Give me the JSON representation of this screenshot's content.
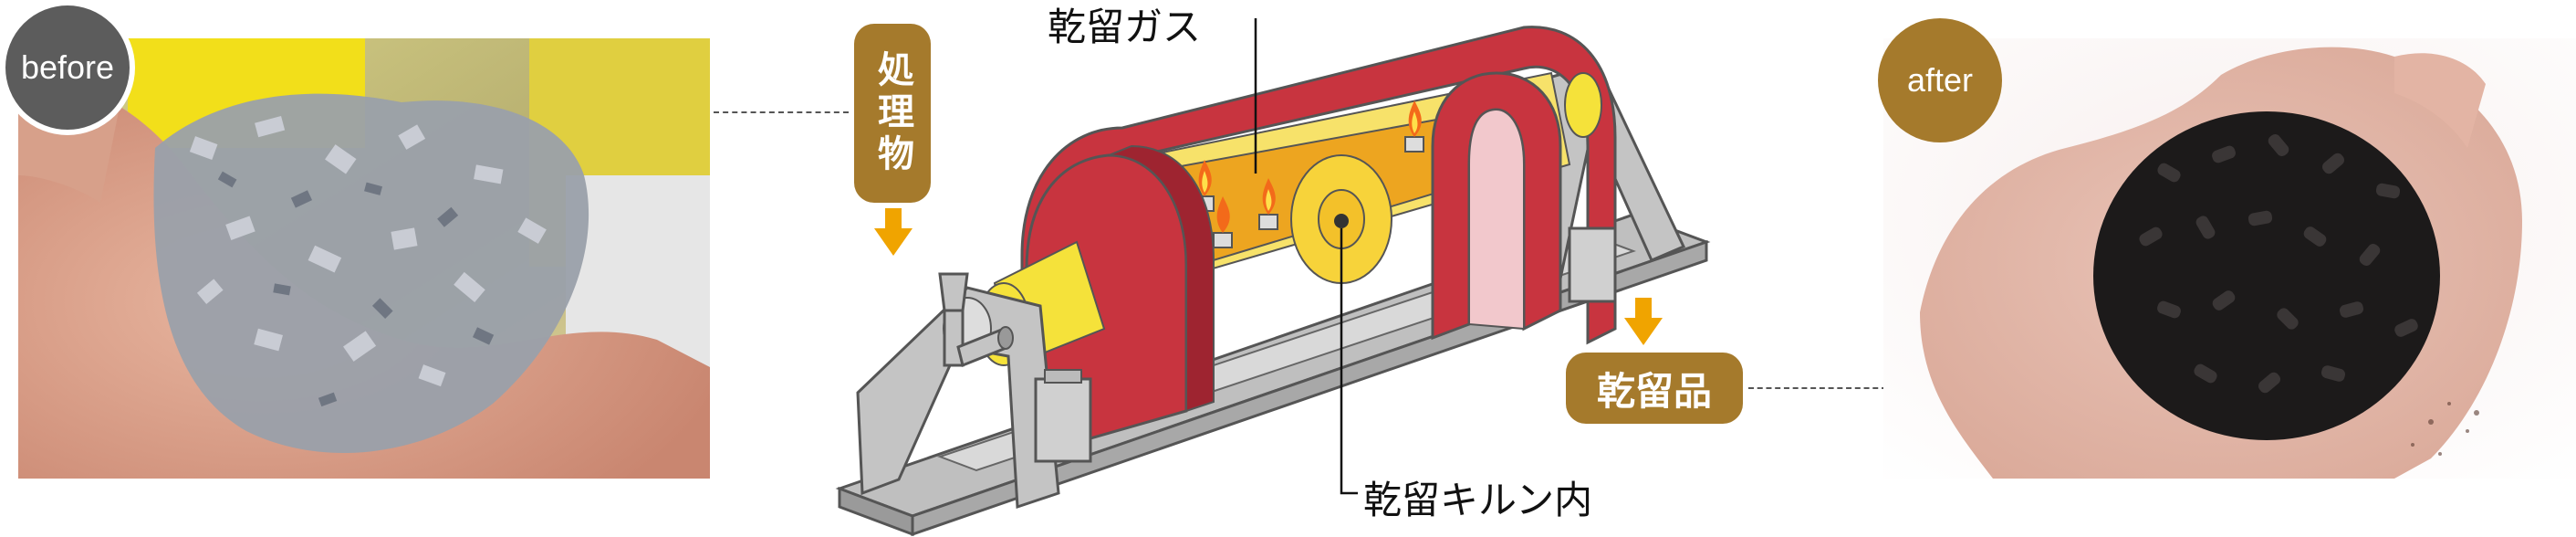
{
  "before_label": "before",
  "after_label": "after",
  "input_label": "処理物",
  "output_label": "乾留品",
  "gas_label": "乾留ガス",
  "kiln_label": "乾留キルン内",
  "colors": {
    "badge_before": "#5c5c5c",
    "badge_after": "#a57a2c",
    "label_bg": "#a57a2c",
    "arrow": "#f0a400",
    "kiln_red": "#c8343f",
    "kiln_yellow": "#f5d21a",
    "frame_gray": "#bfbfbf"
  }
}
